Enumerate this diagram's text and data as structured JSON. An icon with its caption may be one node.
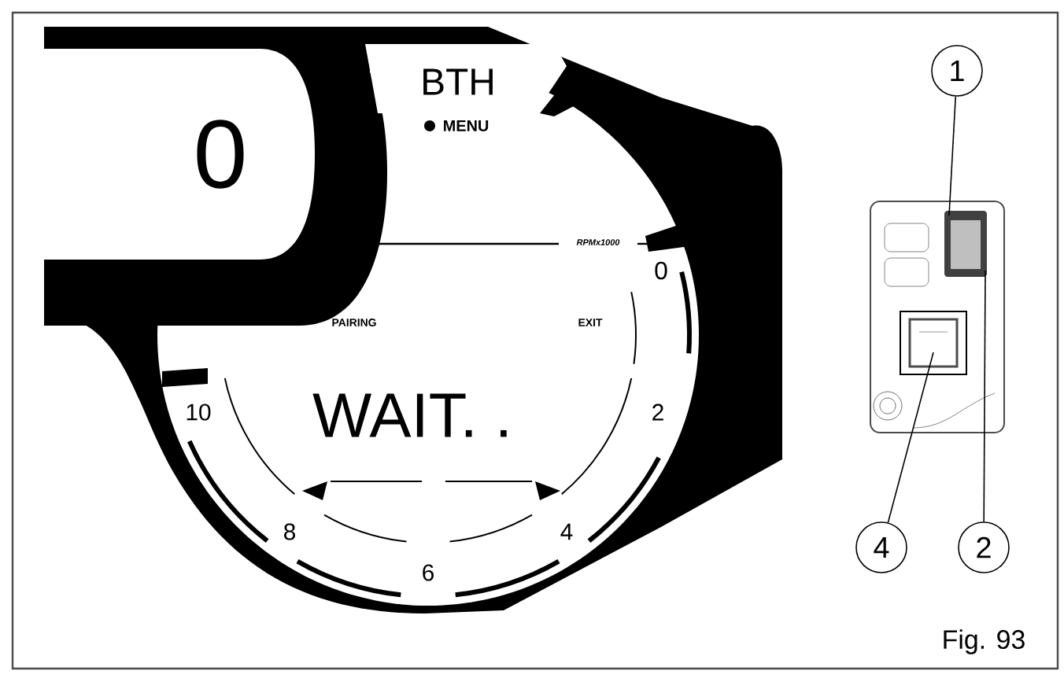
{
  "diagram": {
    "nodes": [
      {
        "text": [
          "1"
        ]
      },
      {
        "text": [
          "4"
        ]
      },
      {
        "text": [
          "2"
        ]
      }
    ],
    "edges": [
      {
        "from": 0,
        "to": null,
        "arrow": "none"
      },
      {
        "from": 1,
        "to": null,
        "arrow": "none"
      },
      {
        "from": 2,
        "to": null,
        "arrow": "none"
      }
    ],
    "labels": [
      "0",
      "BTH",
      "MENU",
      "RPMx1000",
      "0",
      "PAIRING",
      "EXIT",
      "WAIT. .",
      "10",
      "2",
      "8",
      "4",
      "6",
      "Fig. 93"
    ]
  }
}
